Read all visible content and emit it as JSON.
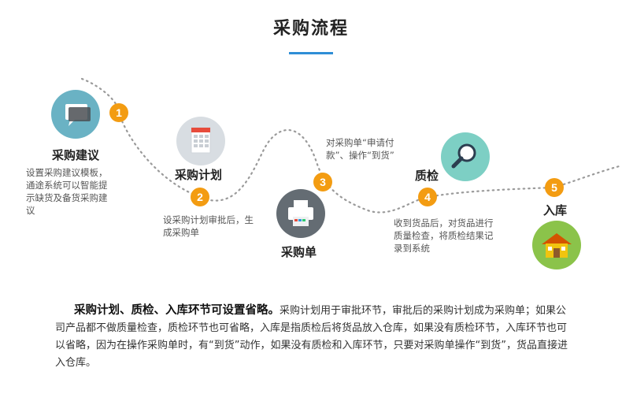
{
  "page": {
    "title": "采购流程"
  },
  "steps": [
    {
      "num": "1",
      "title": "采购建议",
      "desc": "设置采购建议模板，通途系统可以智能提示缺货及备货采购建议",
      "icon": "chat-bubble-icon"
    },
    {
      "num": "2",
      "title": "采购计划",
      "desc": "设采购计划审批后，生成采购单",
      "icon": "calendar-icon"
    },
    {
      "num": "3",
      "title": "采购单",
      "desc": "对采购单“申请付款”、操作“到货”",
      "icon": "printer-icon"
    },
    {
      "num": "4",
      "title": "质检",
      "desc": "收到货品后，对货品进行质量检查，将质检结果记录到系统",
      "icon": "magnifier-icon"
    },
    {
      "num": "5",
      "title": "入库",
      "desc": "",
      "icon": "warehouse-icon"
    }
  ],
  "summary": {
    "lead": "采购计划、质检、入库环节可设置省略。",
    "body": "采购计划用于审批环节，审批后的采购计划成为采购单；如果公司产品都不做质量检查，质检环节也可省略，入库是指质检后将货品放入仓库，如果没有质检环节，入库环节也可以省略，因为在操作采购单时，有“到货”动作，如果没有质检和入库环节，只要对采购单操作“到货”，货品直接进入仓库。"
  },
  "colors": {
    "accent": "#2f8ed6",
    "step_badge": "#f39c12",
    "dotted_path": "#9a9a9a"
  }
}
